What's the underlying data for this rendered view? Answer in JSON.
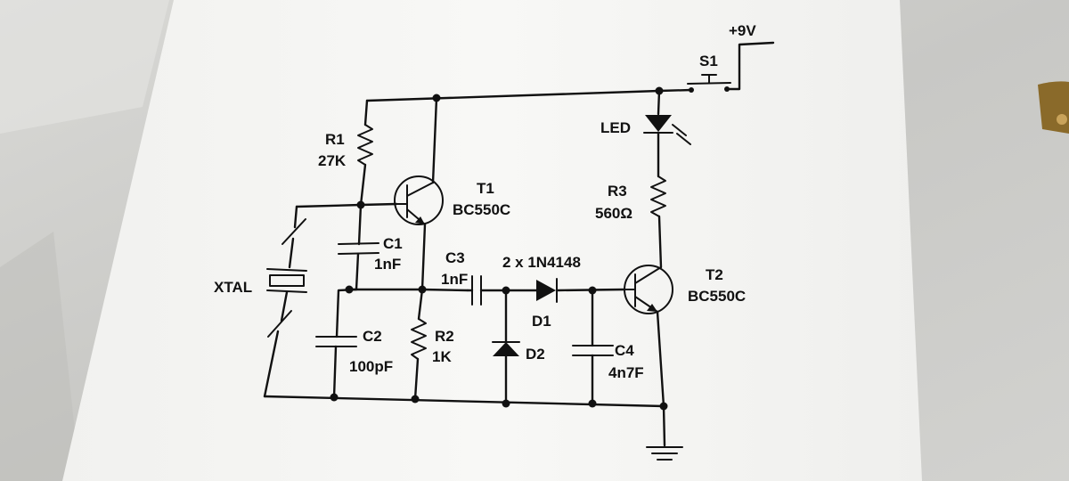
{
  "supply": {
    "label": "+9V"
  },
  "switch": {
    "ref": "S1"
  },
  "led": {
    "ref": "LED"
  },
  "r1": {
    "ref": "R1",
    "value": "27K"
  },
  "r2": {
    "ref": "R2",
    "value": "1K"
  },
  "r3": {
    "ref": "R3",
    "value": "560Ω"
  },
  "c1": {
    "ref": "C1",
    "value": "1nF"
  },
  "c2": {
    "ref": "C2",
    "value": "100pF"
  },
  "c3": {
    "ref": "C3",
    "value": "1nF"
  },
  "c4": {
    "ref": "C4",
    "value": "4n7F"
  },
  "t1": {
    "ref": "T1",
    "part": "BC550C"
  },
  "t2": {
    "ref": "T2",
    "part": "BC550C"
  },
  "diodes": {
    "note": "2 x 1N4148",
    "d1": "D1",
    "d2": "D2"
  },
  "xtal": {
    "ref": "XTAL"
  },
  "colors": {
    "paper": "#f7f7f5",
    "ink": "#111111",
    "table": "#cfcfcc"
  }
}
